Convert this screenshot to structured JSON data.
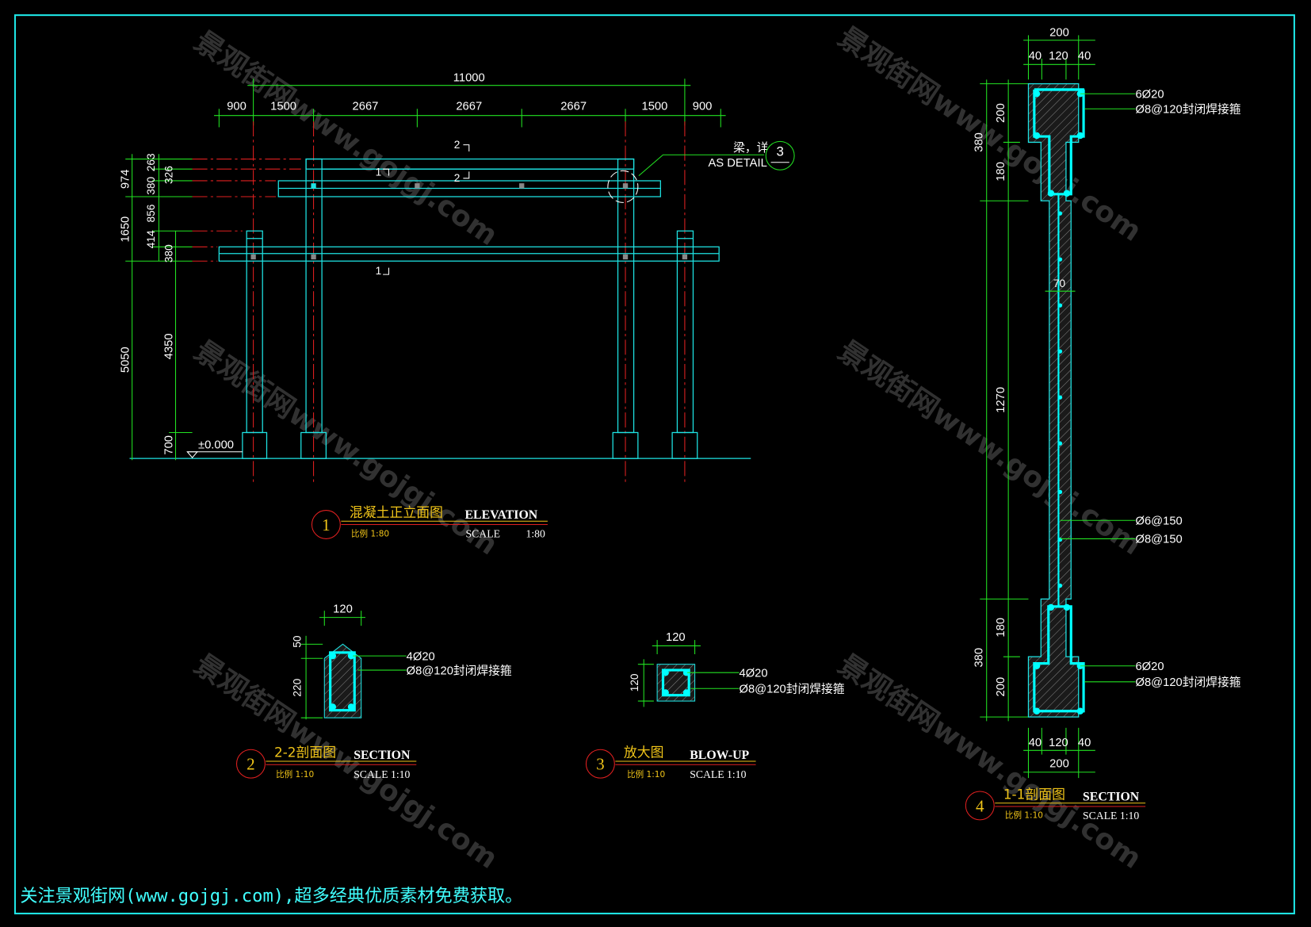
{
  "colors": {
    "background": "#000000",
    "frame": "#1ee3e3",
    "dimension": "#22e322",
    "centerline": "#e02020",
    "outline": "#1ee3e3",
    "title": "#f0c419"
  },
  "watermark": "景观街网www.gojgj.com",
  "footer": "关注景观街网(www.gojgj.com),超多经典优质素材免费获取。",
  "elevation": {
    "dims_top": {
      "total": "11000",
      "segments": [
        "900",
        "1500",
        "2667",
        "2667",
        "2667",
        "1500",
        "900"
      ]
    },
    "dims_left_outer": [
      "974",
      "1650",
      "5050"
    ],
    "dims_left_inner": [
      "263",
      "380",
      "326",
      "856",
      "414",
      "380",
      "4350",
      "700"
    ],
    "level": "±0.000",
    "section_marks": [
      "2",
      "2",
      "1",
      "1"
    ],
    "detail_note": {
      "cn": "梁，详",
      "en": "AS DETAIL",
      "ref": "3"
    },
    "title": {
      "number": "1",
      "cn": "混凝土正立面图",
      "en": "ELEVATION",
      "scale_cn": "比例 1:80",
      "scale_label": "SCALE",
      "scale": "1:80"
    }
  },
  "section_2": {
    "dims": {
      "width": "120",
      "top": "50",
      "height": "220"
    },
    "labels": [
      "4Ø20",
      "Ø8@120封闭焊接箍"
    ],
    "title": {
      "number": "2",
      "cn": "2-2剖面图",
      "en": "SECTION",
      "scale_cn": "比例 1:10",
      "scale": "SCALE 1:10"
    }
  },
  "section_3": {
    "dims": {
      "width": "120",
      "height": "120"
    },
    "labels": [
      "4Ø20",
      "Ø8@120封闭焊接箍"
    ],
    "title": {
      "number": "3",
      "cn": "放大图",
      "en": "BLOW-UP",
      "scale_cn": "比例 1:10",
      "scale": "SCALE 1:10"
    }
  },
  "section_4": {
    "dims_top": {
      "total": "200",
      "parts": [
        "40",
        "120",
        "40"
      ]
    },
    "dims_bottom": {
      "total": "200",
      "parts": [
        "40",
        "120",
        "40"
      ]
    },
    "dims_left": {
      "top_total": "380",
      "top_parts": [
        "200",
        "180"
      ],
      "middle": "1270",
      "bottom_total": "380",
      "bottom_parts": [
        "180",
        "200"
      ]
    },
    "web_width": "70",
    "labels_top": [
      "6Ø20",
      "Ø8@120封闭焊接箍"
    ],
    "labels_mid": [
      "Ø6@150",
      "Ø8@150"
    ],
    "labels_bottom": [
      "6Ø20",
      "Ø8@120封闭焊接箍"
    ],
    "title": {
      "number": "4",
      "cn": "1-1剖面图",
      "en": "SECTION",
      "scale_cn": "比例 1:10",
      "scale": "SCALE 1:10"
    }
  }
}
